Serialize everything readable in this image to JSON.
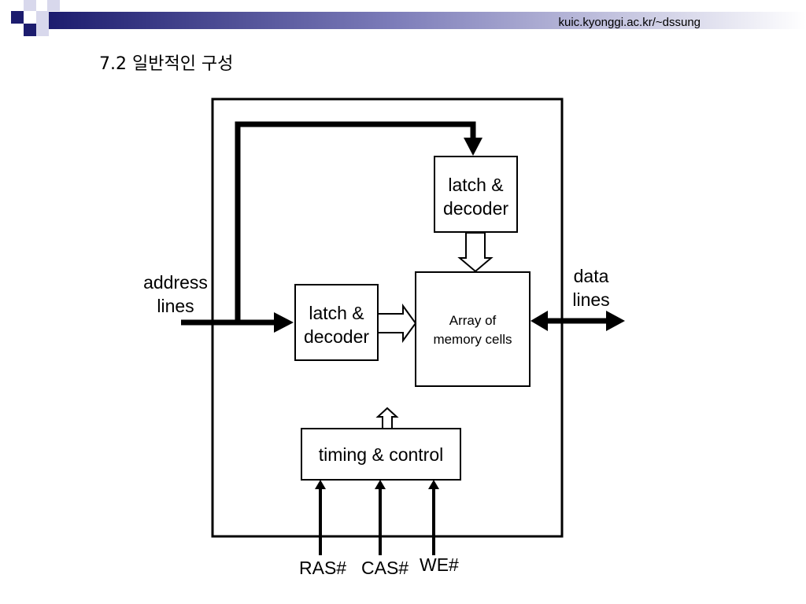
{
  "slide": {
    "url": "kuic.kyonggi.ac.kr/~dssung",
    "title": "7.2 일반적인 구성"
  },
  "diagram": {
    "row_decoder": {
      "line1": "latch &",
      "line2": "decoder"
    },
    "column_decoder": {
      "line1": "latch &",
      "line2": "decoder"
    },
    "memory_array": {
      "line1": "Array of",
      "line2": "memory cells"
    },
    "timing_control": {
      "label": "timing & control"
    },
    "address_lines": {
      "line1": "address",
      "line2": "lines"
    },
    "data_lines": {
      "line1": "data",
      "line2": "lines"
    },
    "signals": {
      "ras": "RAS#",
      "cas": "CAS#",
      "we": "WE#"
    }
  },
  "colors": {
    "header_navy": "#1c1c6e",
    "header_mid": "#7b7bb8",
    "header_light": "#d8d8ec"
  }
}
